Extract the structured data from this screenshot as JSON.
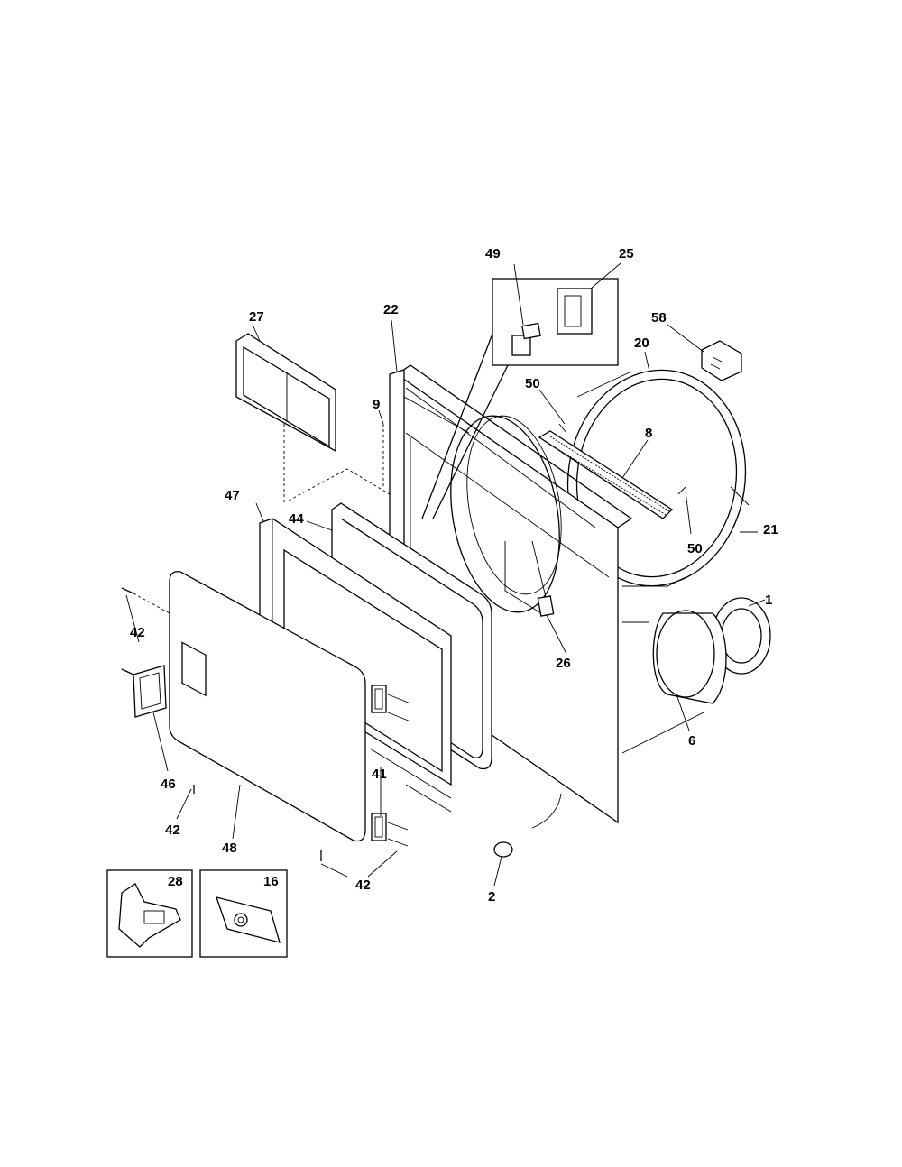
{
  "labels": {
    "p1": "1",
    "p2": "2",
    "p6": "6",
    "p8": "8",
    "p9": "9",
    "p16": "16",
    "p20": "20",
    "p21": "21",
    "p22": "22",
    "p25": "25",
    "p26": "26",
    "p27": "27",
    "p28": "28",
    "p41": "41",
    "p42a": "42",
    "p42b": "42",
    "p42c": "42",
    "p44": "44",
    "p46": "46",
    "p47": "47",
    "p48": "48",
    "p49": "49",
    "p50a": "50",
    "p50b": "50",
    "p58": "58"
  }
}
